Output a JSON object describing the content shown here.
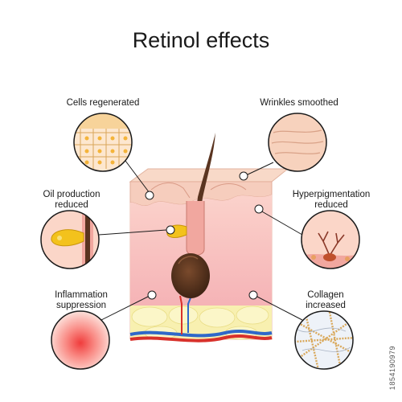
{
  "title": "Retinol effects",
  "labels": {
    "cells_regenerated": "Cells regenerated",
    "wrinkles_smoothed": "Wrinkles smoothed",
    "oil_production_line1": "Oil production",
    "oil_production_line2": "reduced",
    "hyperpigmentation_line1": "Hyperpigmentation",
    "hyperpigmentation_line2": "reduced",
    "inflammation_line1": "Inflammation",
    "inflammation_line2": "suppression",
    "collagen_line1": "Collagen",
    "collagen_line2": "increased"
  },
  "stock_id": "1854190979",
  "colors": {
    "skin_surface": "#f6d4c4",
    "epidermis": "#fbd6c8",
    "dermis": "#f9c1c1",
    "fat": "#f6eea0",
    "artery": "#d8312b",
    "vein": "#2f68c9",
    "hair": "#5a3420",
    "sebum": "#f3c21c"
  }
}
